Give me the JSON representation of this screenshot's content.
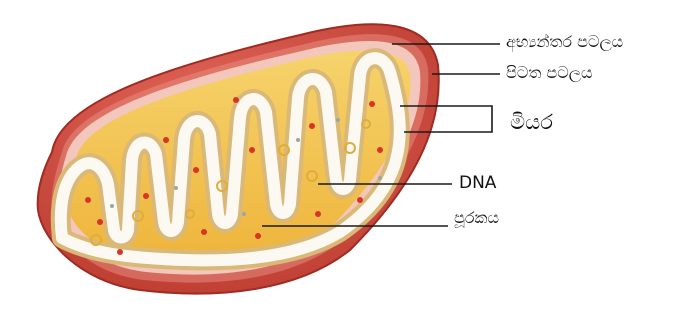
{
  "labels": {
    "inner_membrane": "අභ්‍යන්තර පටලය",
    "outer_membrane": "පිටත පටලය",
    "cristae": "මියර",
    "dna": "DNA",
    "matrix": "පූරකය"
  },
  "colors": {
    "outer_membrane": "#cf4a3c",
    "outer_rim": "#e88a7e",
    "intermembrane_space": "#f3c7bb",
    "matrix": "#f3c24a",
    "inner_membrane": "#d9b878",
    "crista_lumen": "#fbf9f1",
    "ribosome": "#d8342a",
    "dna_ring": "#e0ac3c",
    "leader_line": "#1a1a1a"
  }
}
